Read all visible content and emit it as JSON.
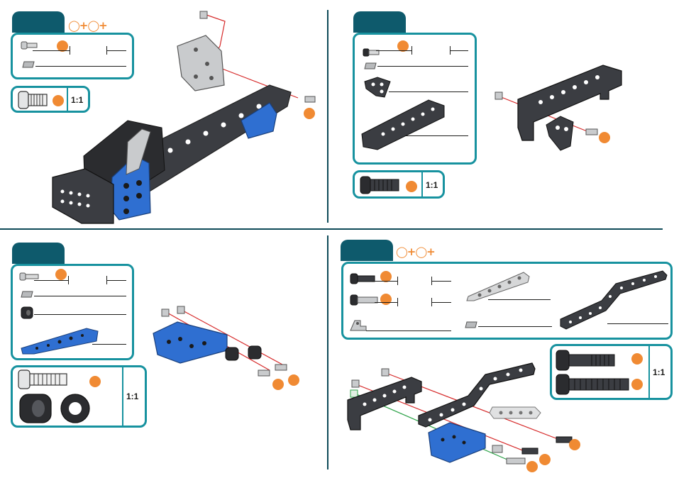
{
  "ratio_label": "1:1",
  "quantity_symbol": "◯+◯+",
  "colors": {
    "teal_frame": "#17929f",
    "tab_dark": "#0e5a6c",
    "accent_orange": "#f08a33",
    "part_blue": "#2f6fd1",
    "part_dark": "#3b3d42",
    "part_silver": "#c9cbcd"
  },
  "steps": [
    {
      "quadrant": "top-left",
      "parts": [
        "screw-icon",
        "nut-icon"
      ],
      "has_quantity_symbol": true
    },
    {
      "quadrant": "top-right",
      "parts": [
        "screw-icon",
        "nut-icon",
        "corner-bracket-icon",
        "angle-girder-icon"
      ],
      "has_quantity_symbol": false
    },
    {
      "quadrant": "bottom-left",
      "parts": [
        "screw-icon",
        "nut-icon",
        "spacer-icon",
        "blue-bracket-icon"
      ],
      "has_quantity_symbol": false
    },
    {
      "quadrant": "bottom-right",
      "parts": [
        "long-screw-icon",
        "long-screw-icon",
        "small-bracket-icon",
        "flat-strip-icon",
        "nut-icon",
        "bent-girder-icon"
      ],
      "has_quantity_symbol": true
    }
  ]
}
